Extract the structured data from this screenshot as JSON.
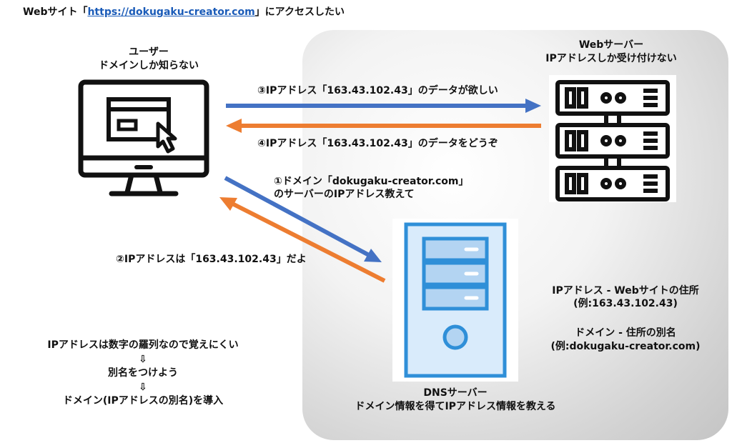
{
  "header": {
    "prefix": "Webサイト「",
    "url": "https://dokugaku-creator.com",
    "suffix": "」にアクセスしたい"
  },
  "user": {
    "line1": "ユーザー",
    "line2": "ドメインしか知らない"
  },
  "web_server": {
    "line1": "Webサーバー",
    "line2": "IPアドレスしか受け付けない"
  },
  "dns_server": {
    "line1": "DNSサーバー",
    "line2": "ドメイン情報を得てIPアドレス情報を教える"
  },
  "steps": {
    "step3": "③IPアドレス「163.43.102.43」のデータが欲しい",
    "step4": "④IPアドレス「163.43.102.43」のデータをどうぞ",
    "step1_line1": "①ドメイン「dokugaku-creator.com」",
    "step1_line2": "のサーバーのIPアドレス教えて",
    "step2": "②IPアドレスは「163.43.102.43」だよ"
  },
  "definitions": {
    "ip_line1": "IPアドレス - Webサイトの住所",
    "ip_line2": "(例:163.43.102.43)",
    "domain_line1": "ドメイン - 住所の別名",
    "domain_line2": "(例:dokugaku-creator.com)"
  },
  "explanation": {
    "line1": "IPアドレスは数字の羅列なので覚えにくい",
    "arrow1": "⇩",
    "line2": "別名をつけよう",
    "arrow2": "⇩",
    "line3": "ドメイン(IPアドレスの別名)を導入"
  },
  "colors": {
    "blue_arrow": "#4472c4",
    "orange_arrow": "#ed7d31",
    "link": "#1a5bb8",
    "dns_fill": "#d9ebfb",
    "dns_stroke": "#2f8fd8"
  },
  "icons": {
    "user": "computer-monitor-icon",
    "web": "server-rack-icon",
    "dns": "server-tower-icon"
  }
}
